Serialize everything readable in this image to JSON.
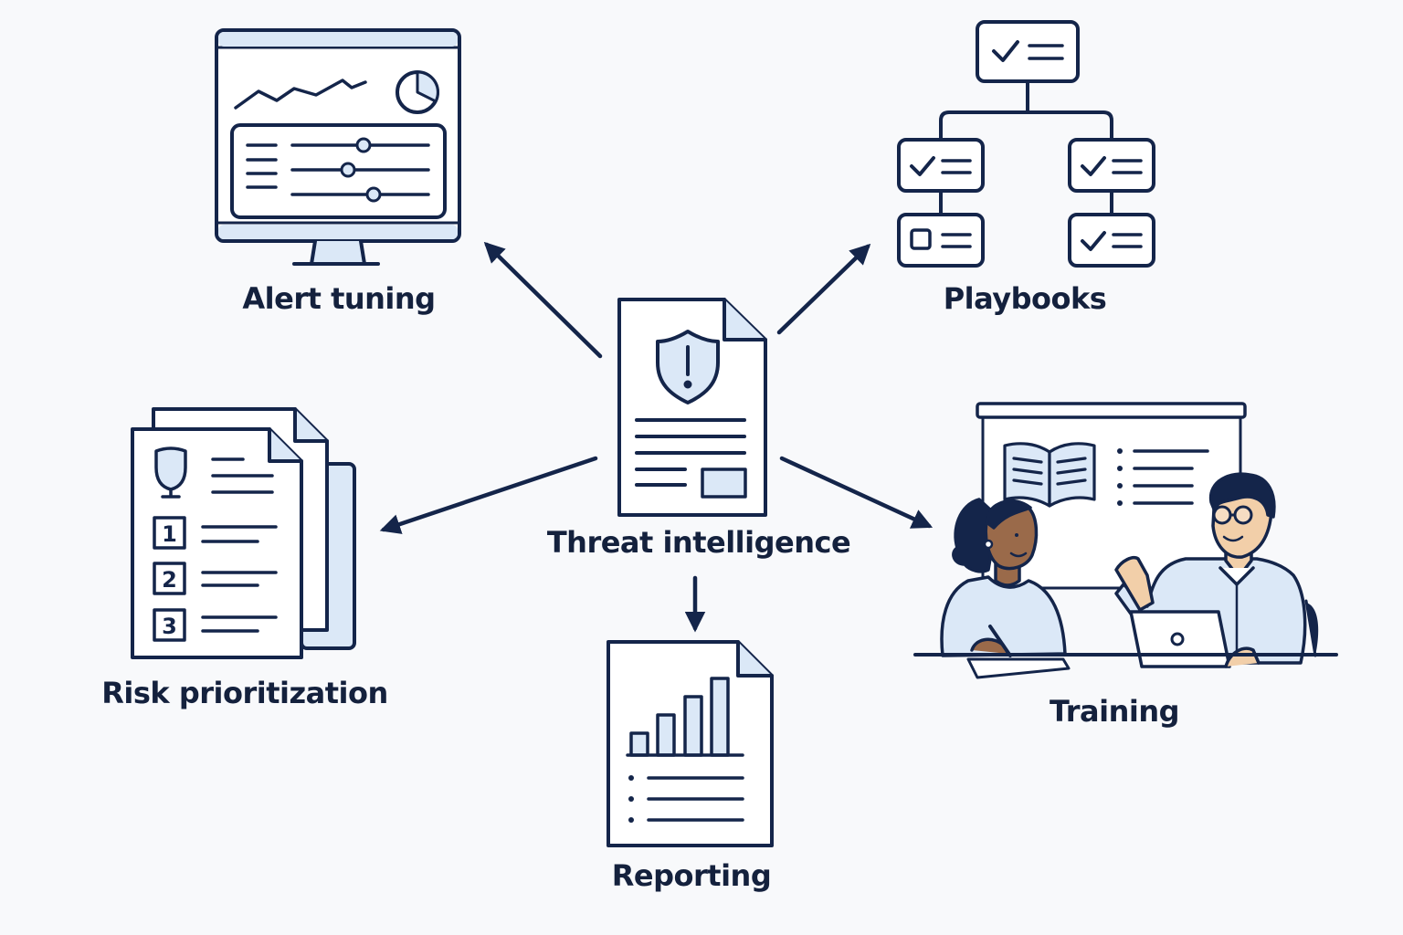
{
  "diagram": {
    "center": {
      "label": "Threat intelligence",
      "icon": "threat-report-shield-icon"
    },
    "outputs": [
      {
        "id": "alert-tuning",
        "label": "Alert tuning",
        "icon": "dashboard-monitor-icon"
      },
      {
        "id": "playbooks",
        "label": "Playbooks",
        "icon": "checklist-flowchart-icon"
      },
      {
        "id": "risk-prioritization",
        "label": "Risk prioritization",
        "icon": "ranked-documents-icon"
      },
      {
        "id": "training",
        "label": "Training",
        "icon": "training-session-icon"
      },
      {
        "id": "reporting",
        "label": "Reporting",
        "icon": "report-chart-icon"
      }
    ],
    "risk_ranks": [
      "1",
      "2",
      "3"
    ],
    "colors": {
      "stroke": "#14254a",
      "fill": "#dbe8f7",
      "background": "#f8f9fb",
      "text": "#14213d"
    }
  }
}
